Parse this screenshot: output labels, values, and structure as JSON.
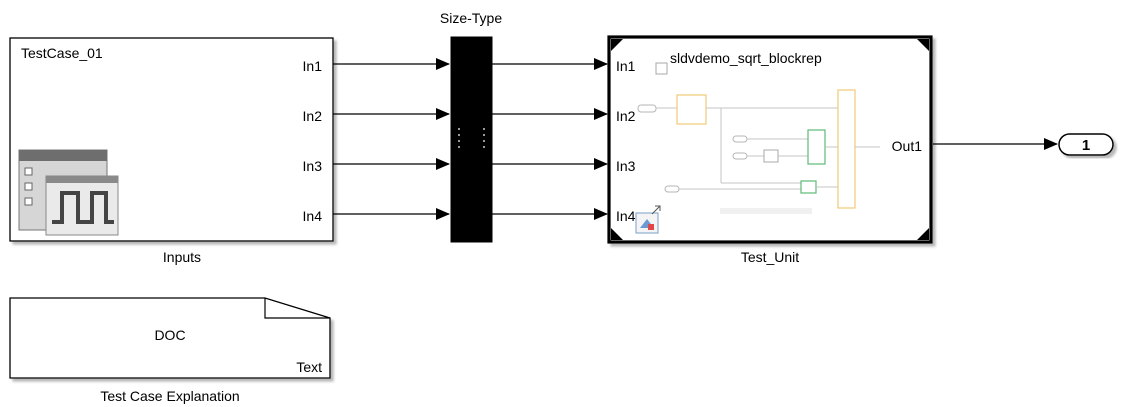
{
  "inputs_block": {
    "name": "Inputs",
    "scenario": "TestCase_01",
    "ports": [
      "In1",
      "In2",
      "In3",
      "In4"
    ]
  },
  "size_type_block": {
    "name": "Size-Type"
  },
  "test_unit_block": {
    "name": "Test_Unit",
    "model_ref": "sldvdemo_sqrt_blockrep",
    "in_ports": [
      "In1",
      "In2",
      "In3",
      "In4"
    ],
    "out_port": "Out1"
  },
  "outport_block": {
    "number": "1"
  },
  "doc_block": {
    "name": "Test Case Explanation",
    "title": "DOC",
    "type": "Text"
  },
  "colors": {
    "inner_gain": "#f0c060",
    "inner_mux": "#f0c060",
    "inner_green": "#40b060"
  },
  "icons": [
    "signal-editor-icon",
    "model-reference-icon",
    "expand-icon"
  ]
}
